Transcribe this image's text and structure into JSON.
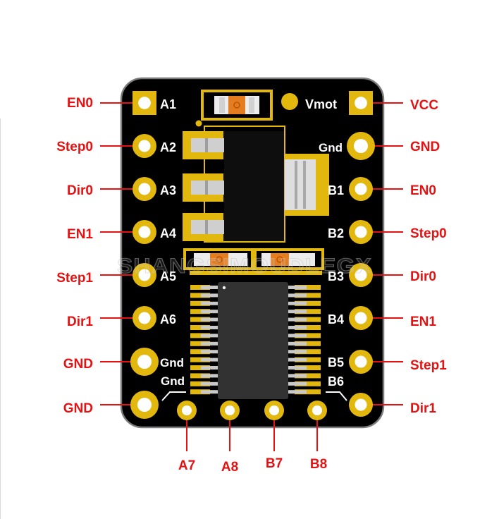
{
  "board": {
    "left_pins": [
      "A1",
      "A2",
      "A3",
      "A4",
      "A5",
      "A6",
      "Gnd"
    ],
    "right_pins": [
      "Vmot",
      "Gnd",
      "B1",
      "B2",
      "B3",
      "B4",
      "B5"
    ],
    "corner_left_label": "Gnd",
    "corner_right_label": "B6",
    "colors": {
      "board": "#000000",
      "pad_gold": "#e3b80e",
      "wire_red": "#e41212",
      "label_red": "#e41212",
      "silk": "#ffffff"
    }
  },
  "pin_labels": {
    "left": [
      "EN0",
      "Step0",
      "Dir0",
      "EN1",
      "Step1",
      "Dir1",
      "GND",
      "GND"
    ],
    "right": [
      "VCC",
      "GND",
      "EN0",
      "Step0",
      "Dir0",
      "EN1",
      "Step1",
      "Dir1"
    ],
    "bottom": [
      "A7",
      "A8",
      "B7",
      "B8"
    ]
  },
  "watermark": "SHANGSIMOUDLEGX"
}
